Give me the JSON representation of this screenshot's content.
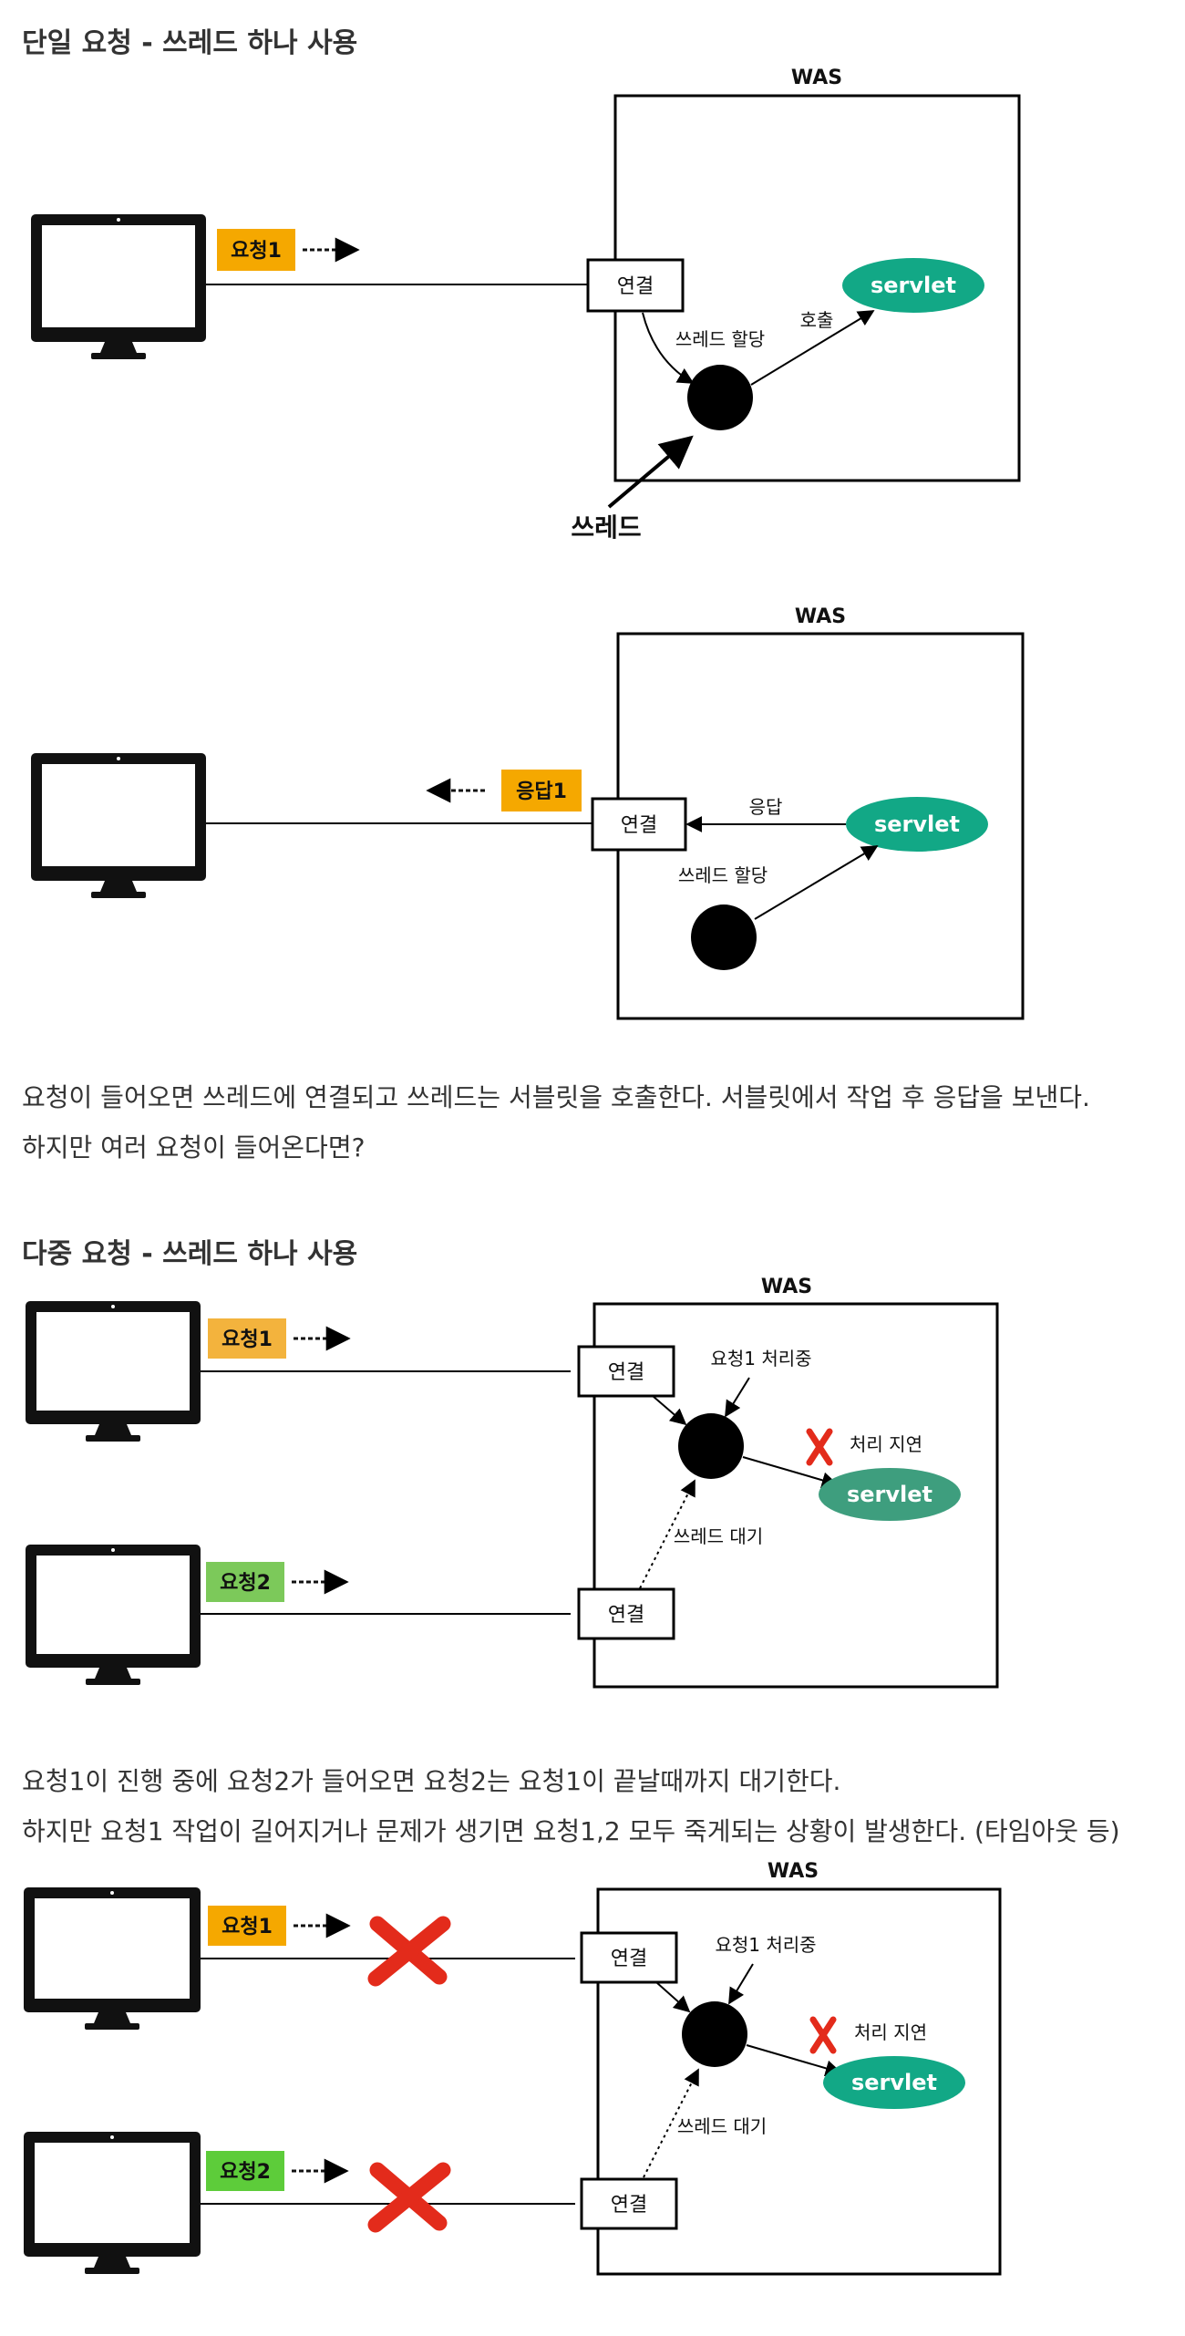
{
  "section1": {
    "heading": "단일 요청 - 쓰레드 하나 사용",
    "diagram_a": {
      "was_label": "WAS",
      "request_badge": "요청1",
      "connection": "연결",
      "thread_assign": "쓰레드 할당",
      "call": "호출",
      "servlet": "servlet",
      "thread": "쓰레드"
    },
    "diagram_b": {
      "was_label": "WAS",
      "response_badge": "응답1",
      "connection": "연결",
      "response": "응답",
      "servlet": "servlet",
      "thread_assign": "쓰레드 할당"
    },
    "paragraph": [
      "요청이 들어오면 쓰레드에 연결되고 쓰레드는 서블릿을 호출한다. 서블릿에서 작업 후 응답을 보낸다.",
      "하지만 여러 요청이 들어온다면?"
    ]
  },
  "section2": {
    "heading": "다중 요청 - 쓰레드 하나 사용",
    "diagram_c": {
      "was_label": "WAS",
      "request1_badge": "요청1",
      "request2_badge": "요청2",
      "connection1": "연결",
      "connection2": "연결",
      "processing": "요청1 처리중",
      "delay": "처리 지연",
      "servlet": "servlet",
      "thread_wait": "쓰레드 대기"
    },
    "paragraph": [
      "요청1이 진행 중에 요청2가 들어오면 요청2는 요청1이 끝날때까지 대기한다.",
      "하지만 요청1 작업이 길어지거나 문제가 생기면 요청1,2 모두 죽게되는 상황이 발생한다. (타임아웃 등)"
    ],
    "diagram_d": {
      "was_label": "WAS",
      "request1_badge": "요청1",
      "request2_badge": "요청2",
      "connection1": "연결",
      "connection2": "연결",
      "processing": "요청1 처리중",
      "delay": "처리 지연",
      "servlet": "servlet",
      "thread_wait": "쓰레드 대기"
    }
  },
  "colors": {
    "request_orange": "#F5A800",
    "request_orange_soft": "#F3B33D",
    "request_green": "#7CC95A",
    "request_green_bright": "#5DCC3A",
    "servlet_green": "#12A886",
    "servlet_green_soft": "#3E9E7E",
    "error_red": "#E32B1B",
    "line": "#000000"
  },
  "icons": [
    "monitor-icon",
    "cross-icon",
    "thread-circle"
  ]
}
